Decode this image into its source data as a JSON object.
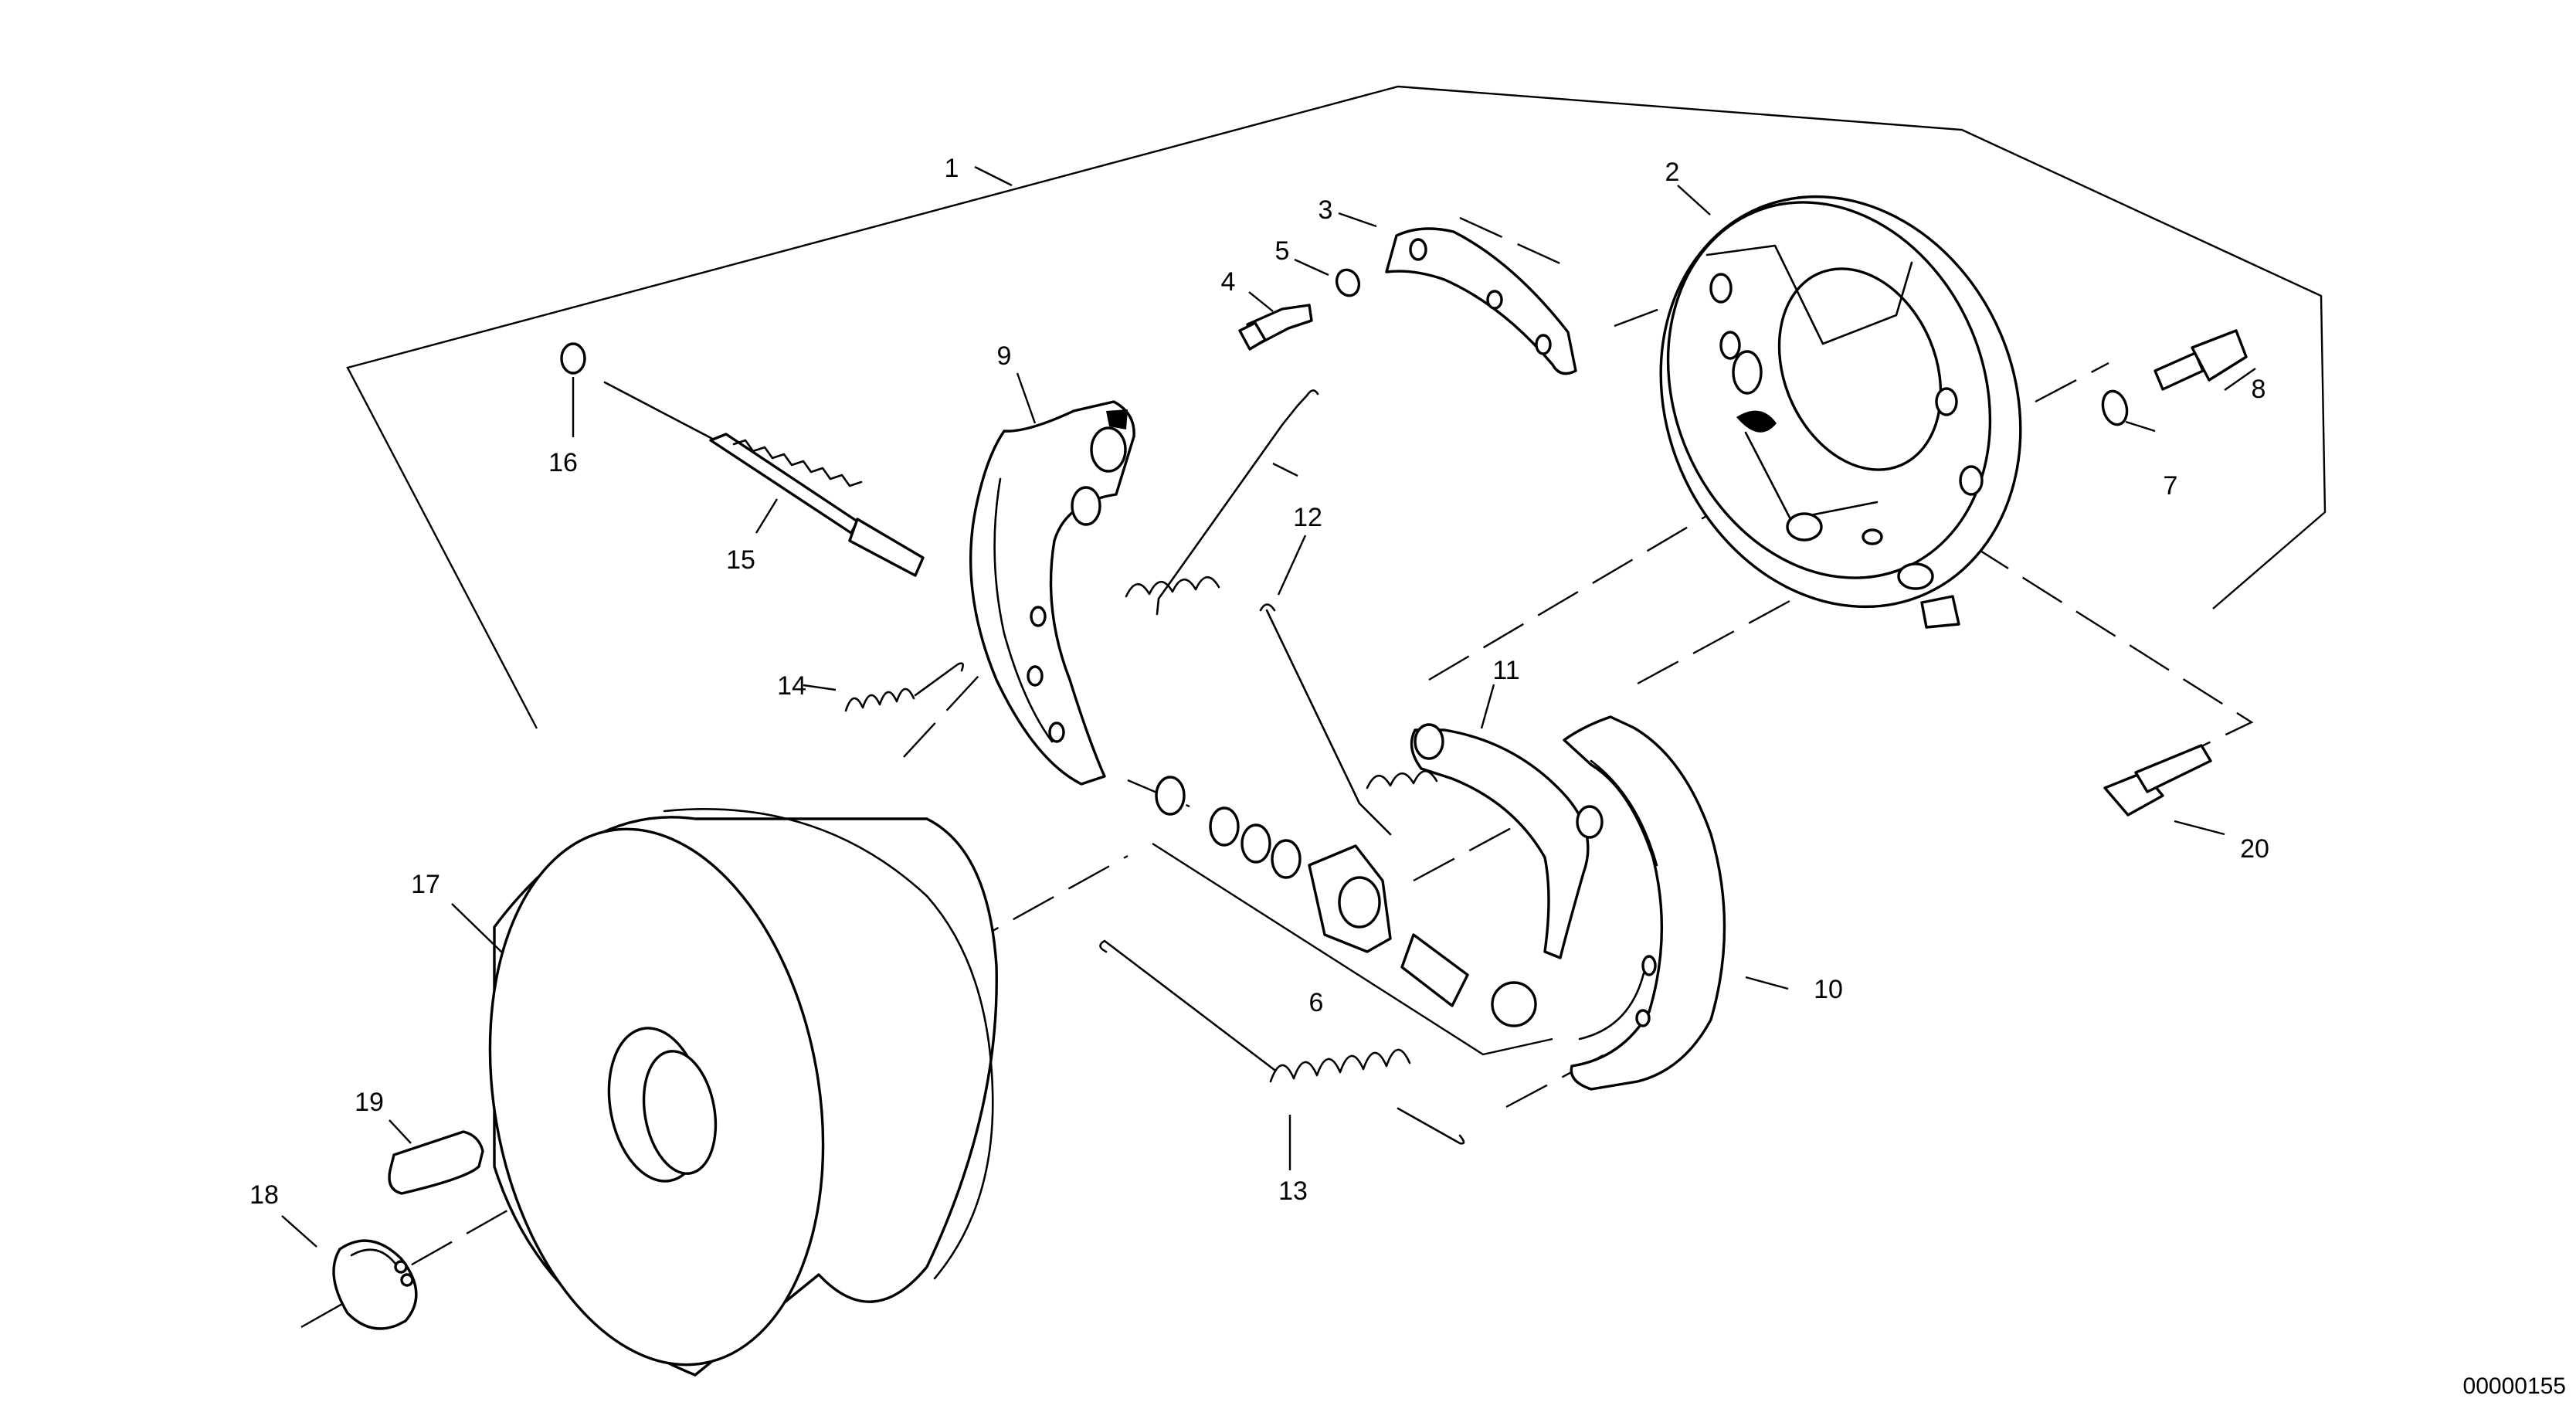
{
  "drawing_number": "00000155",
  "callouts": {
    "p1": "1",
    "p2": "2",
    "p3": "3",
    "p4": "4",
    "p5": "5",
    "p6": "6",
    "p7": "7",
    "p8": "8",
    "p9": "9",
    "p10": "10",
    "p11": "11",
    "p12": "12",
    "p13": "13",
    "p14": "14",
    "p15": "15",
    "p16": "16",
    "p17": "17",
    "p18": "18",
    "p19": "19",
    "p20": "20"
  }
}
